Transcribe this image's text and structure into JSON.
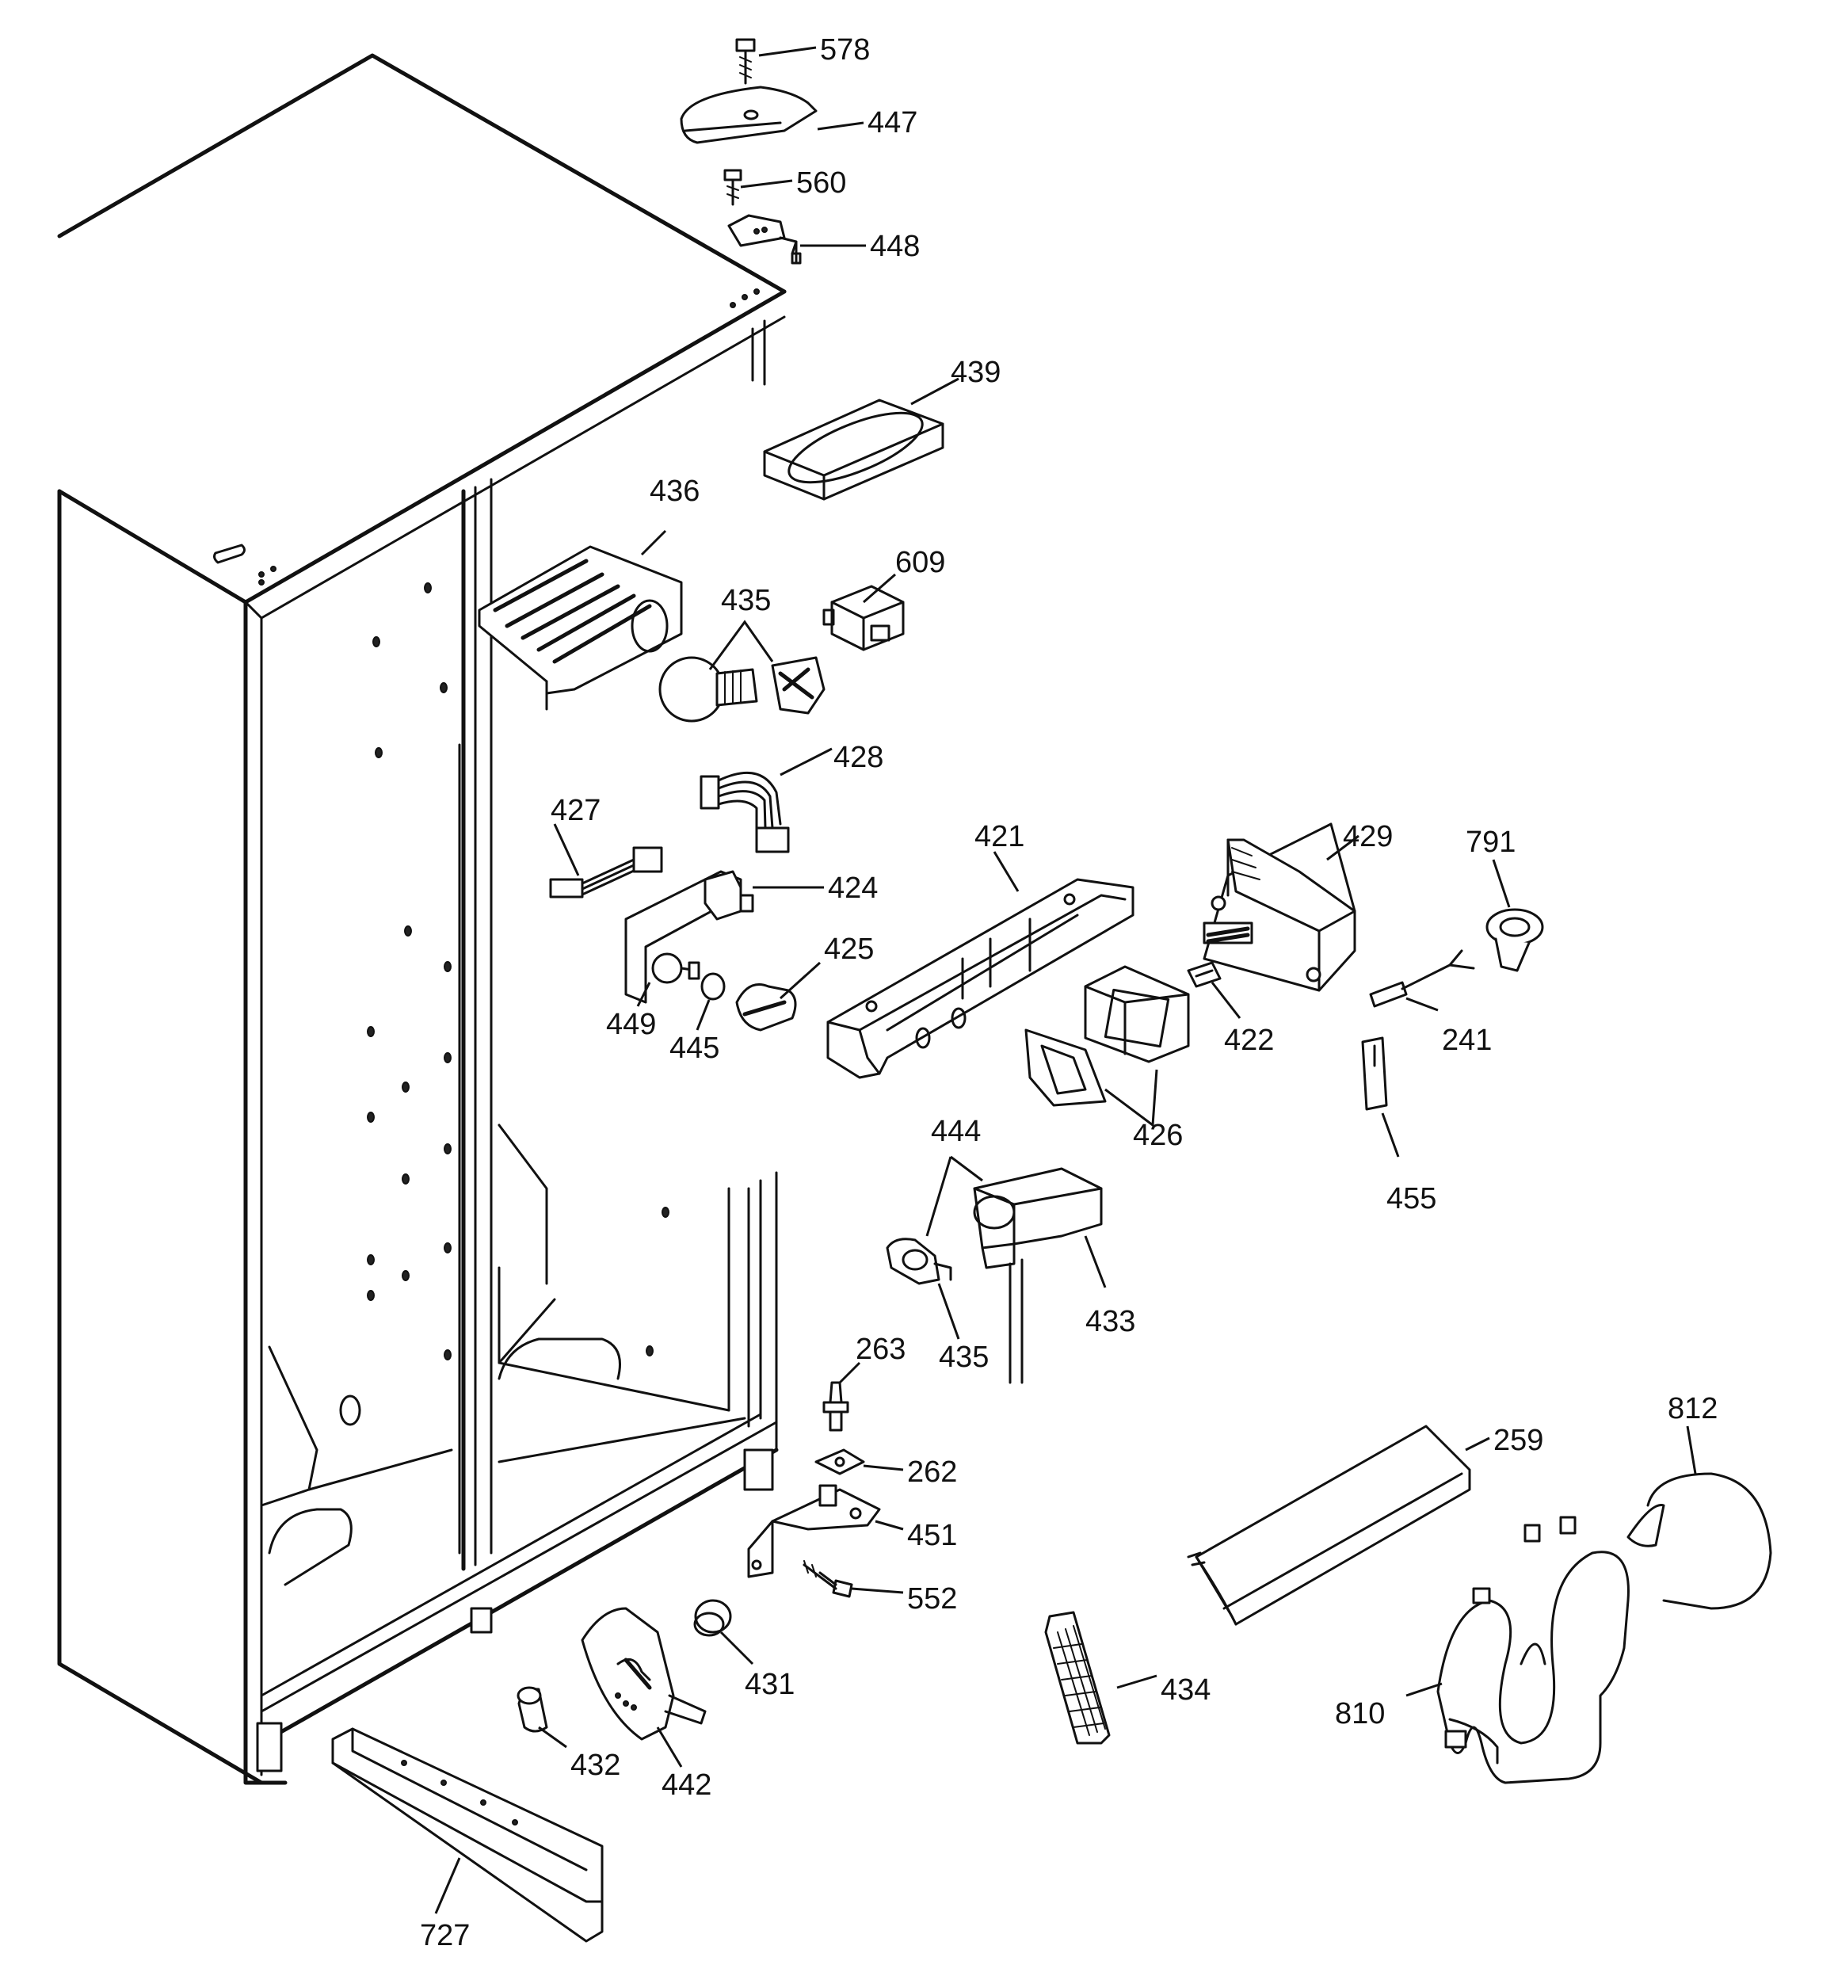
{
  "labels": {
    "p578": "578",
    "p447": "447",
    "p560": "560",
    "p448": "448",
    "p439": "439",
    "p436": "436",
    "p609": "609",
    "p435a": "435",
    "p428": "428",
    "p427": "427",
    "p424": "424",
    "p425": "425",
    "p449": "449",
    "p445": "445",
    "p421": "421",
    "p429": "429",
    "p791": "791",
    "p422": "422",
    "p241": "241",
    "p426": "426",
    "p455": "455",
    "p444": "444",
    "p433": "433",
    "p435b": "435",
    "p263": "263",
    "p262": "262",
    "p451": "451",
    "p552": "552",
    "p431": "431",
    "p432": "432",
    "p442": "442",
    "p727": "727",
    "p259": "259",
    "p812": "812",
    "p434": "434",
    "p810": "810"
  }
}
